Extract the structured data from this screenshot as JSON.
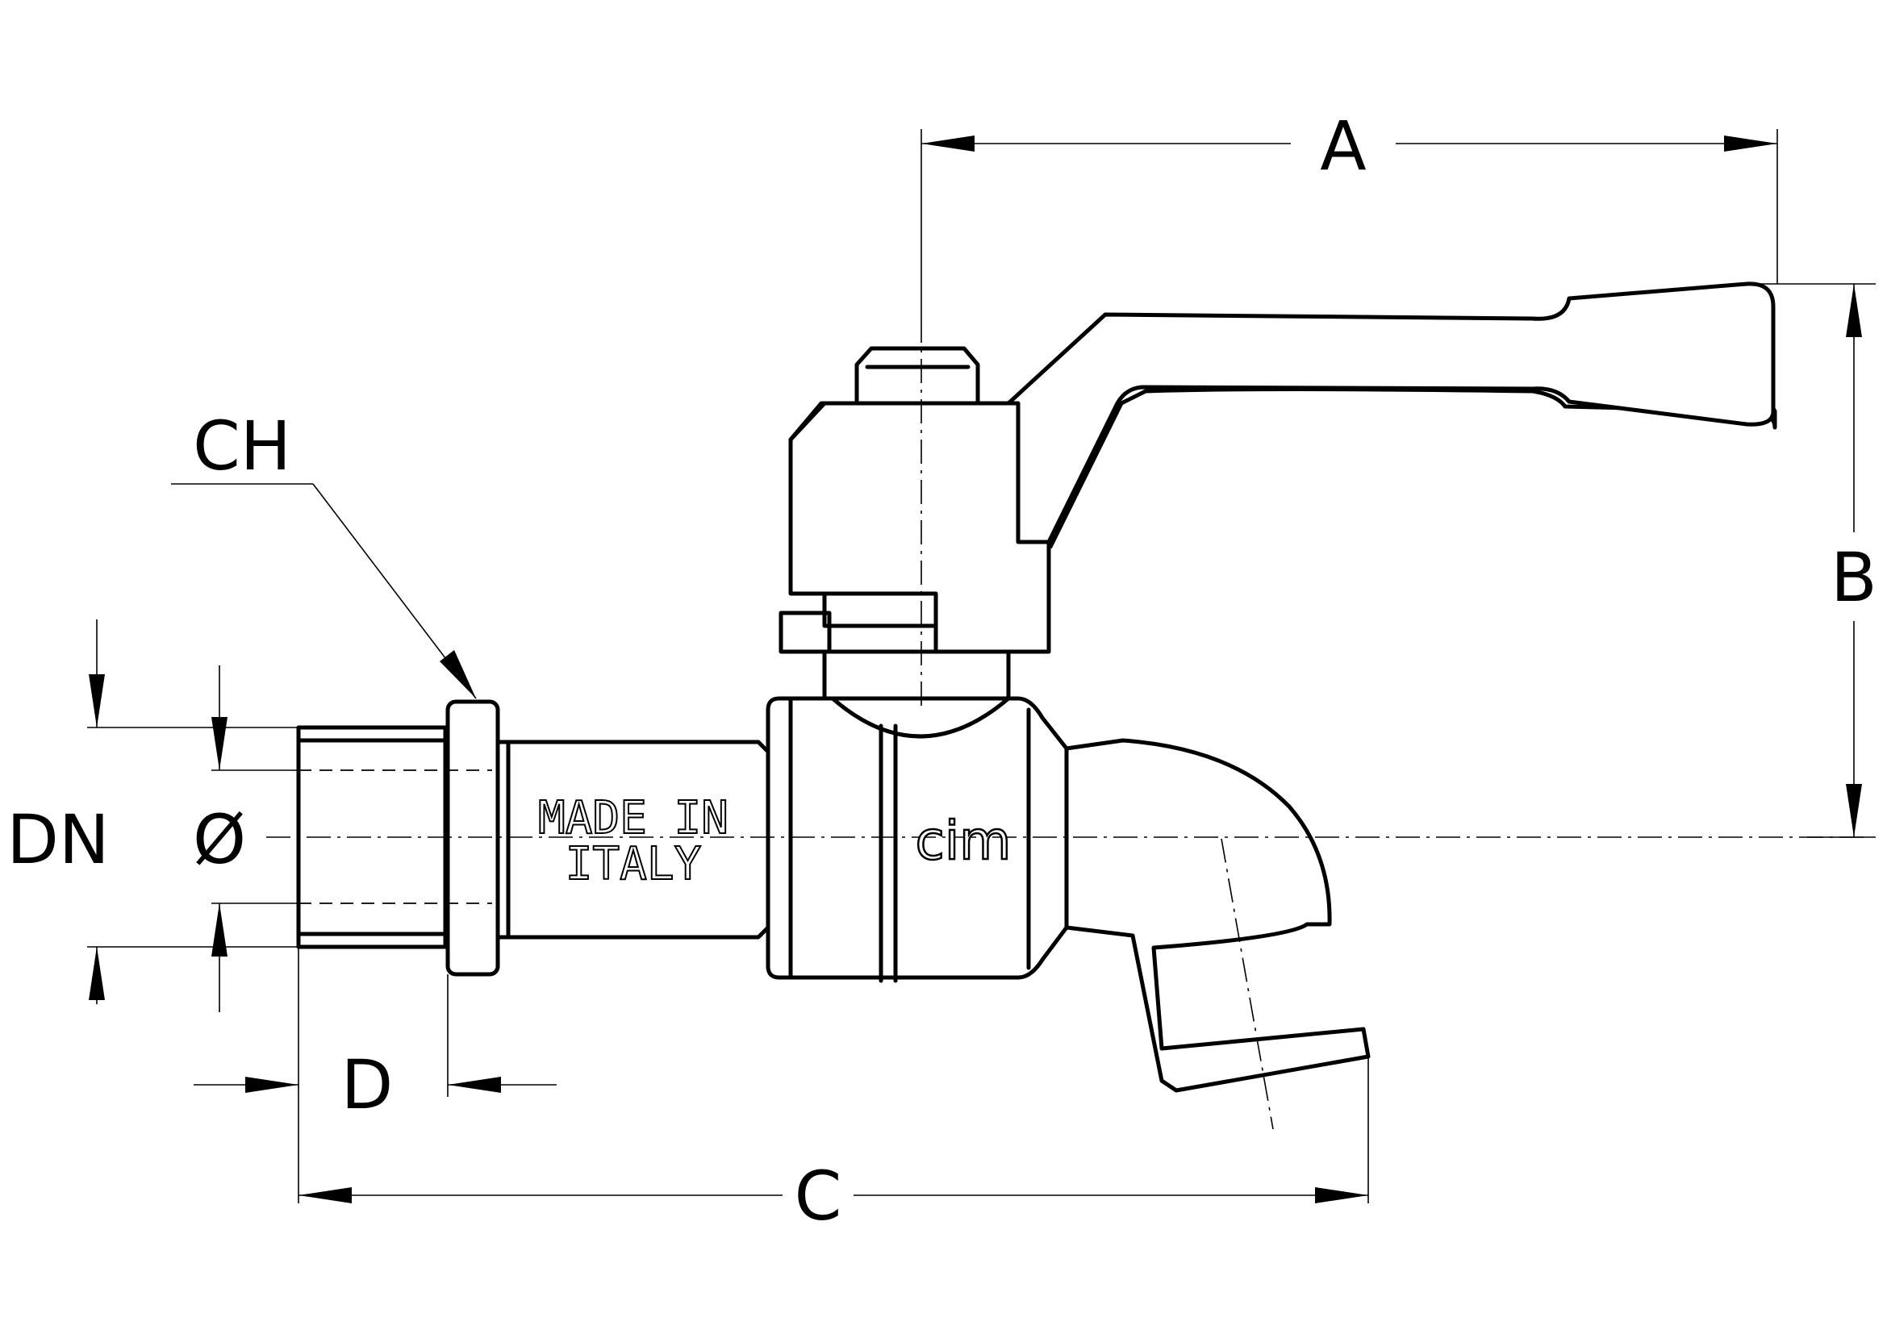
{
  "dimensions": {
    "a": "A",
    "b": "B",
    "c": "C",
    "d": "D",
    "ch": "CH",
    "dn": "DN",
    "diameter": "Ø"
  },
  "markings": {
    "made_in": "MADE IN",
    "italy": "ITALY",
    "brand_logo": "cim"
  },
  "colors": {
    "line": "#000000",
    "background": "#ffffff"
  }
}
